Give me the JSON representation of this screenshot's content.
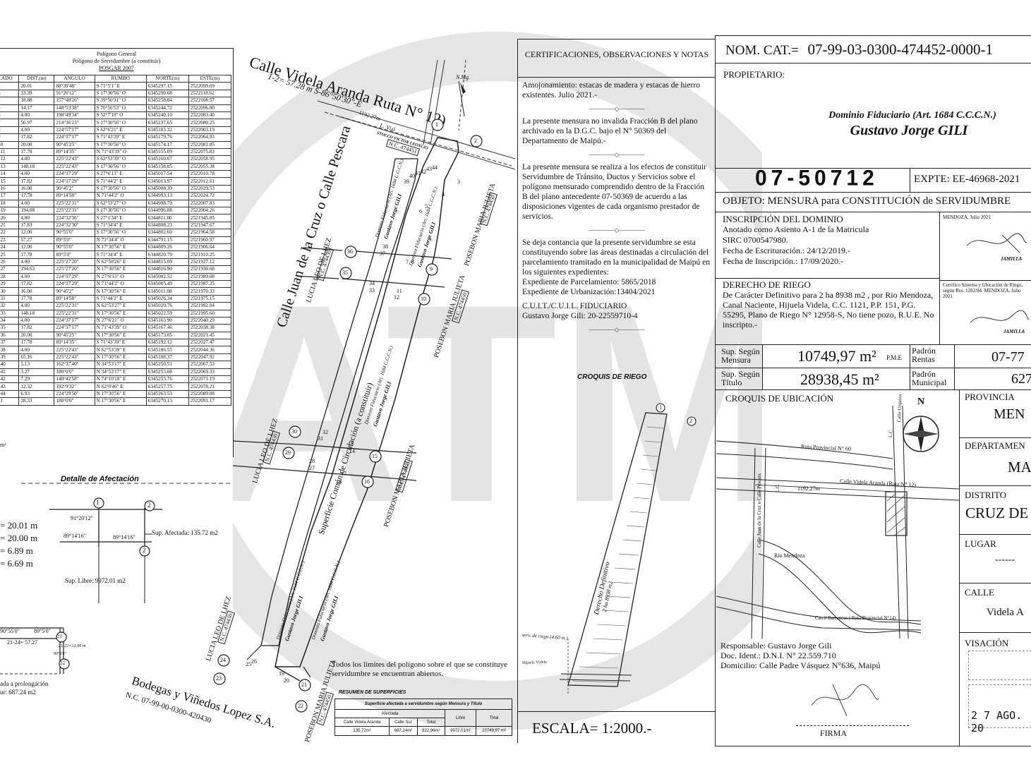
{
  "polygon_table": {
    "title1": "Polígono General",
    "title2": "Polígono de Servidumbre (a constituir)",
    "title3": "POSGAR 2007",
    "headers": [
      "LADO",
      "DIST.(m)",
      "ANGULO",
      "RUMBO",
      "NORTE(m)",
      "ESTE(m)"
    ],
    "rows": [
      [
        "1-2",
        "20.01",
        "88°39'48\"",
        "S 71°5'1\" E",
        "6345297.15",
        "2522099.69"
      ],
      [
        "2-3",
        "33.39",
        "91°20'12\"",
        "S 17°30'56\" O",
        "6345290.68",
        "2522118.62"
      ],
      [
        "3-4",
        "18.88",
        "157°40'26\"",
        "S 39°50'31\" O",
        "6345258.84",
        "2522108.57"
      ],
      [
        "4-5",
        "14.17",
        "148°53'38\"",
        "S 70°56'53\" O",
        "6345244.72",
        "2522096.80"
      ],
      [
        "5-6",
        "4.00",
        "198°49'34\"",
        "S 52°7'19\" O",
        "6345240.10",
        "2522083.40"
      ],
      [
        "6-7",
        "56.97",
        "214°36'23\"",
        "S 17°30'56\" O",
        "6345237.65",
        "2522080.25"
      ],
      [
        "7-8",
        "4.00",
        "224°57'17\"",
        "S 62°6'21\" E",
        "6345183.32",
        "2522063.19"
      ],
      [
        "8-9",
        "17.82",
        "224°37'17\"",
        "S 71°43'39\" E",
        "6345179.76",
        "2522064.93"
      ],
      [
        "9-10",
        "20.00",
        "90°45'25\"",
        "S 17°30'56\" O",
        "6345174.17",
        "2522081.85"
      ],
      [
        "10-11",
        "17.78",
        "89°14'35\"",
        "N 71°43'39\" O",
        "6345155.09",
        "2522075.83"
      ],
      [
        "11-12",
        "4.00",
        "225°22'43\"",
        "S 62°53'39\" O",
        "6345160.67",
        "2522058.95"
      ],
      [
        "12-13",
        "148.18",
        "225°22'43\"",
        "S 17°30'56\" O",
        "6345158.85",
        "2522055.38"
      ],
      [
        "13-14",
        "4.00",
        "224°37'29\"",
        "S 27°6'13\" E",
        "6345017.54",
        "2522010.78"
      ],
      [
        "14-15",
        "17.82",
        "224°37'29\"",
        "S 71°44'2\" E",
        "6345013.97",
        "2522012.61"
      ],
      [
        "15-16",
        "16.00",
        "90°45'2\"",
        "S 17°30'56\" O",
        "6345008.39",
        "2522029.53"
      ],
      [
        "16-17",
        "17.78",
        "89°14'58\"",
        "N 71°44'2\" O",
        "6344993.13",
        "2522024.72"
      ],
      [
        "17-18",
        "4.00",
        "225°22'31\"",
        "S 62°53'27\" O",
        "6344998.70",
        "2522007.83"
      ],
      [
        "18-19",
        "194.08",
        "225°22'31\"",
        "S 17°30'56\" O",
        "6344996.88",
        "2522004.26"
      ],
      [
        "19-20",
        "4.00",
        "224°32'36\"",
        "S 27°1'34\" E",
        "6344811.80",
        "2521945.85"
      ],
      [
        "20-21",
        "17.83",
        "224°32'30\"",
        "S 71°34'4\" E",
        "6344808.23",
        "2521947.67"
      ],
      [
        "21-22",
        "12.00",
        "90°55'0\"",
        "S 17°30'56\" O",
        "6344802.60",
        "2521964.58"
      ],
      [
        "22-23",
        "57.27",
        "89°5'0\"",
        "N 71°34'4\" O",
        "6344791.15",
        "2521960.97"
      ],
      [
        "23-24",
        "12.00",
        "90°55'0\"",
        "N 17°30'56\" E",
        "6344809.26",
        "2521906.64"
      ],
      [
        "24-25",
        "17.78",
        "89°5'0\"",
        "S 71°34'4\" E",
        "6344820.70",
        "2521910.25"
      ],
      [
        "25-26",
        "4.00",
        "225°27'20\"",
        "N 62°58'26\" E",
        "6344815.09",
        "2521927.12"
      ],
      [
        "26-27",
        "194.63",
        "225°27'20\"",
        "N 17°30'56\" E",
        "6344816.90",
        "2521930.68"
      ],
      [
        "27-28",
        "4.00",
        "224°37'29\"",
        "N 27°6'13\" O",
        "6345002.52",
        "2521989.08"
      ],
      [
        "28-29",
        "17.82",
        "224°37'29\"",
        "N 71°44'2\" O",
        "6345005.49",
        "2521987.25"
      ],
      [
        "29-30",
        "16.00",
        "90°45'2\"",
        "N 17°30'56\" E",
        "6345011.08",
        "2521970.33"
      ],
      [
        "30-31",
        "17.78",
        "89°14'58\"",
        "S 71°44'2\" E",
        "6345026.34",
        "2521975.15"
      ],
      [
        "31-32",
        "4.00",
        "225°22'31\"",
        "N 62°53'27\" E",
        "6345020.76",
        "2521992.04"
      ],
      [
        "32-33",
        "148.18",
        "225°22'31\"",
        "N 17°30'56\" E",
        "6345022.59",
        "2521995.60"
      ],
      [
        "33-34",
        "4.00",
        "224°37'17\"",
        "N 27°6'21\" O",
        "6345163.90",
        "2522040.29"
      ],
      [
        "34-35",
        "17.82",
        "224°37'17\"",
        "N 71°43'39\" O",
        "6345167.46",
        "2522038.38"
      ],
      [
        "35-36",
        "20.00",
        "90°45'25\"",
        "N 17°30'56\" E",
        "6345173.05",
        "2522021.45"
      ],
      [
        "36-37",
        "17.78",
        "89°14'35\"",
        "S 71°43'39\" E",
        "6345192.12",
        "2522027.47"
      ],
      [
        "37-38",
        "4.00",
        "225°22'43\"",
        "N 62°53'39\" E",
        "6345186.55",
        "2522044.36"
      ],
      [
        "38-39",
        "65.16",
        "225°22'43\"",
        "N 17°30'56\" E",
        "6345188.37",
        "2522047.92"
      ],
      [
        "39-40",
        "5.13",
        "162°37'40\"",
        "N 34°53'17\" E",
        "6345250.51",
        "2522067.53"
      ],
      [
        "40-41",
        "3.27",
        "180°0'0\"",
        "N 34°53'17\" E",
        "6345253.08",
        "2522069.33"
      ],
      [
        "41-42",
        "7.29",
        "140°42'58\"",
        "N 74°10'18\" E",
        "6345255.76",
        "2522071.19"
      ],
      [
        "42-43",
        "12.32",
        "192°9'32\"",
        "N 62°0'46\" E",
        "6345257.75",
        "2522078.21"
      ],
      [
        "43-44",
        "6.93",
        "224°29'50\"",
        "N 17°30'56\" E",
        "6345263.53",
        "2522089.08"
      ],
      [
        "44-1",
        "28.33",
        "180°0'0\"",
        "N 17°30'56\" E",
        "6345270.13",
        "2522091.17"
      ]
    ],
    "footnote": "m²"
  },
  "detalle": {
    "title": "Detalle de Afectación",
    "angle_a": "91°20'12\"",
    "angle_b": "89°14'16\"",
    "angle_c": "89°14'16\"",
    "sup_afectada": "Sup. Afectada: 135.72 m2",
    "sup_libre": "Sup. Libre: 9972.01 m2",
    "measures": [
      "= 20.01 m",
      "= 20.00 m",
      "= 6.89 m",
      "= 6.69 m"
    ],
    "bottom_angle1": "90°55'0\"",
    "bottom_angle2": "89°5'0\"",
    "bottom_dist": "21-24= 57.27",
    "bottom_dist2": "21-22= 12.00 m",
    "bottom_angle3": "89°5'0\"",
    "prolong": "ada a prolongación",
    "sup_bottom": "ur: 687.24 m2",
    "nodes": [
      "1",
      "2",
      "2",
      "21",
      "22"
    ]
  },
  "plan": {
    "street_top": "Calle Videla Aranda Ruta N° 12)",
    "street_top_sub": "1-2= 57.28 m  S-86°50'30\"-E",
    "street_left": "Calle Juan de la Cruz o Calle Pescara",
    "dist_1192": "1192.27m",
    "lvial": "L. Vial",
    "stocco": "STOCCO VICTOR LEONCIO",
    "nc_top": "N.C. 474451",
    "nmg": "N.Mg.",
    "owner_lines": [
      "Dominio Fiduciario",
      "(Art. 1684 C.C.C.N.)",
      "Gustavo Jorge GILI"
    ],
    "common_area": "Superficie Común de Circulación (a constituir)",
    "lucia1": "LUCIA LEO DE LHEZ",
    "lucia2": "LUCIA LEO DE LHEZ",
    "lucia3": "LUCIA LEO DE LHEZ",
    "posebon1": "POSEBON MARIA JULIETA",
    "posebon2": "POSEBON MARIA JULIETA",
    "posebon3": "POSEBON MARIA JULIETA",
    "posebon4": "POSEBON MARIA JULIETA",
    "nc_lucia": "N.C. 474430",
    "nc_posebon": "N.C. 474450",
    "bodegas": "Bodegas y Viñedos Lopez S.A.",
    "bodegas_nc": "N.C. 07-99-00-0300-420430",
    "circles": [
      "1",
      "2",
      "9",
      "10",
      "15",
      "16",
      "21",
      "22",
      "23",
      "24",
      "29",
      "30",
      "35",
      "36"
    ],
    "points": [
      "3",
      "4",
      "5",
      "6",
      "7",
      "8",
      "11",
      "12",
      "13",
      "14",
      "17",
      "18",
      "19",
      "20",
      "25",
      "26",
      "27",
      "28",
      "31",
      "32",
      "33",
      "34",
      "37",
      "38",
      "39",
      "40",
      "41",
      "42",
      "43",
      "44"
    ],
    "limits_note": "Todos los limites del polígono sobre el que se constituye servidumbre se encuentran abiertos."
  },
  "resumen": {
    "title": "RESUMEN DE SUPERFICIES",
    "subtitle": "Superficie afectada a servidumbre según Mensura y Título",
    "h_afectada": "Afectada",
    "h_libre": "Libre",
    "h_total": "Total",
    "c1": "Calle Videla Aranda",
    "c2": "Calle Sur",
    "c3": "Total",
    "v1": "135,72m²",
    "v2": "687,24m²",
    "v3": "822,96m²",
    "v4": "9972,01m²",
    "v5": "10749,97 m²"
  },
  "certificaciones": {
    "title": "CERTIFICACIONES, OBSERVACIONES Y NOTAS",
    "p1": "Amojonamiento: estacas de madera y estacas de hierro existentes. Julio 2021.-",
    "p2": "La presente mensura no invalida Fracción B del plano archivado en la D.G.C. bajo el N° 50369 del Departamento de Maipú.-",
    "p3": "La presente mensura se realiza a los efectos de constituir Servidumbre de Tránsito, Ductos y Servicios sobre el polígono mensurado comprendido dentro de la Fracción B del plano antecedente 07-50369 de acuerdo a las disposiciones vigentes de cada organismo prestador de servicios.",
    "p4": "Se deja contancia que la presente servidumbre se esta constituyendo sobre las áreas destinadas a circulación del parcelamiento tramitado en la municipalidad de Maipú en los siguientes expedientes:",
    "p5": "Expediente de Parcelamiento: 5865/2018",
    "p6": "Expediente de Urbanización:13404/2021",
    "p7": "C.U.I.T./C.U.I.L. FIDUCIARIO",
    "p8": "Gustavo Jorge Gili: 20-22559710-4",
    "croquis_riego": "CROQUIS DE RIEGO",
    "riego_label": "Derecho Definitivo",
    "riego_area": "2 ha 8938 m2",
    "serv_riego": "serv. de riego (4.60 m.)",
    "hijuela": "Hijuela Videla",
    "escala": "ESCALA= 1:2000.-"
  },
  "right_panel": {
    "nom_cat_label": "NOM. CAT.=",
    "nom_cat": "07-99-03-0300-474452-0000-1",
    "propietario_label": "PROPIETARIO:",
    "dominio": "Dominio Fiduciario  (Art. 1684 C.C.C.N.)",
    "owner": "Gustavo Jorge GILI",
    "plan_no": "07-50712",
    "expte": "EXPTE:  EE-46968-2021",
    "objeto_label": "OBJETO:",
    "objeto": "MENSURA para CONSTITUCIÓN de SERVIDUMBRE",
    "insc_title": "INSCRIPCIÓN DEL DOMINIO",
    "insc_1": "Anotado como Asiento A-1 de la Matricula",
    "insc_2": "SIRC 0700547980.",
    "insc_3": "Fecha de Escrituración.: 24/12/2019.-",
    "insc_4": "Fecha de Inscripción.:  17/09/2020.-",
    "riego_title": "DERECHO DE RIEGO",
    "riego_text": "De Carácter Definitivo para 2 ha 8938 m2 , por Rio Mendoza, Canal Naciente, Hijuela Videla, C.C. 1121, P.P. 151, P.G. 55295, Plano de Riego N° 12958-S, No tiene pozo, R.U.E. No inscripto.-",
    "mendoza_fecha": "MENDOZA, Julio 2021",
    "jamilla": "JAMILLA",
    "certifico": "Certifico Sistema y Ubicación de Riego, según Res. 1282/84. MENDOZA, Julio 2021",
    "sup_mensura_label": "Sup. Según Mensura",
    "sup_mensura": "10749,97 m²",
    "pme": "P.M.E",
    "sup_titulo_label": "Sup. Según Título",
    "sup_titulo": "28938,45 m²",
    "padron_rentas_label": "Padrón Rentas",
    "padron_rentas": "07-77",
    "padron_muni_label": "Padrón Municipal",
    "padron_muni": "627",
    "croquis_title": "CROQUIS DE UBICACIÓN",
    "ruta60": "Ruta Provincial N° 60",
    "videla": "Calle Videla Aranda (Ruta N° 12)",
    "dist": "1192.27m",
    "uspallata": "Calle Urquiza",
    "lc": "L.C.",
    "lc2": "L.C.",
    "juan_cruz": "Calle Juan de la Cruz o Calle Pescara",
    "rio": "Rio Mendoza",
    "carril": "Carril Barrancas ( Ruta Provincial N°14)",
    "compass_n": "N",
    "responsable": "Responsable: Gustavo Jorge Gili",
    "dni": "Doc. Ident.: D.N.I. N° 22.559.710",
    "domicilio": "Domicilio:  Calle Padre Vásquez N°636, Maipú",
    "firma": "FIRMA",
    "provincia_label": "PROVINCIA",
    "provincia": "MEN",
    "departamento_label": "DEPARTAMEN",
    "departamento": "MA",
    "distrito_label": "DISTRITO",
    "distrito": "CRUZ DE",
    "lugar_label": "LUGAR",
    "lugar": "------",
    "calle_label": "CALLE",
    "calle": "Videla A",
    "visacion_label": "VISACIÓN",
    "stamp_date": "2 7  AGO. 20"
  },
  "watermark": {
    "text": "ATM",
    "color": "#c8c8c8"
  }
}
